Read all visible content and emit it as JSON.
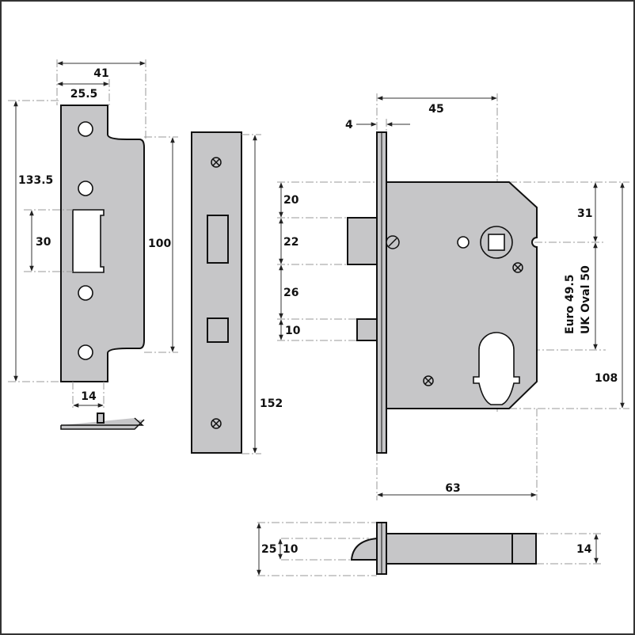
{
  "strike_plate": {
    "width_total": "41",
    "width_plate": "25.5",
    "height_total": "133.5",
    "slot_height": "30",
    "height_lip": "100",
    "bottom_width": "14"
  },
  "forend": {
    "height": "152"
  },
  "lock_body": {
    "forend_thickness": "4",
    "backset": "45",
    "dim_a": "20",
    "dim_b": "22",
    "dim_c": "26",
    "dim_d": "10",
    "spindle_offset": "31",
    "centres_line1": "Euro 49.5",
    "centres_line2": "UK Oval 50",
    "case_height": "108",
    "depth": "63"
  },
  "side_view": {
    "forend_width": "25",
    "latch_height": "10",
    "bar_height": "14"
  },
  "colors": {
    "part_fill": "#c6c6c8",
    "outline": "#111111"
  }
}
